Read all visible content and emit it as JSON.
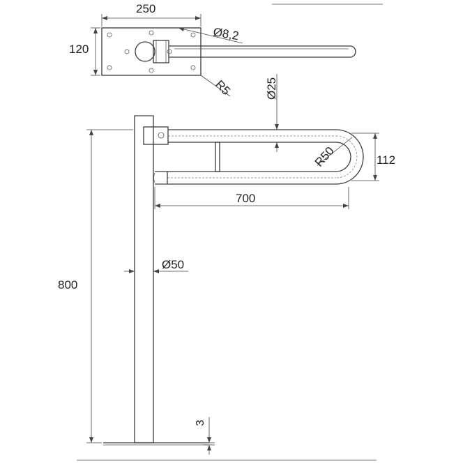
{
  "dimensions": {
    "plate_width": "250",
    "plate_height": "120",
    "hole_diameter": "Ø8,2",
    "plate_radius": "R5",
    "tube_diameter": "Ø25",
    "rail_height": "112",
    "bend_radius": "R50",
    "rail_length": "700",
    "post_diameter": "Ø50",
    "post_height": "800",
    "base_thickness": "3"
  }
}
